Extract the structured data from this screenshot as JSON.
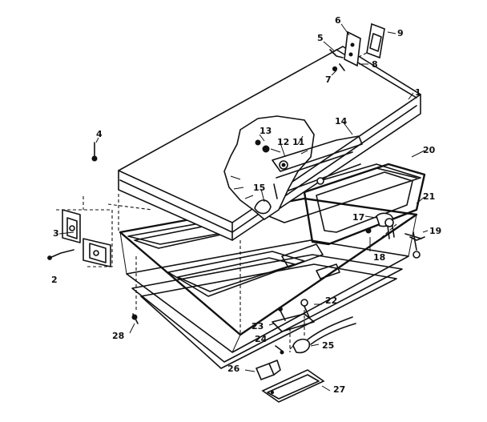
{
  "callouts": [
    {
      "id": "1",
      "text": "1"
    },
    {
      "id": "2",
      "text": "2"
    },
    {
      "id": "3",
      "text": "3"
    },
    {
      "id": "4",
      "text": "4"
    },
    {
      "id": "5",
      "text": "5"
    },
    {
      "id": "6",
      "text": "6"
    },
    {
      "id": "7",
      "text": "7"
    },
    {
      "id": "8",
      "text": "8"
    },
    {
      "id": "9",
      "text": "9"
    },
    {
      "id": "11",
      "text": "11"
    },
    {
      "id": "12",
      "text": "12"
    },
    {
      "id": "13",
      "text": "13"
    },
    {
      "id": "14",
      "text": "14"
    },
    {
      "id": "15",
      "text": "15"
    },
    {
      "id": "17",
      "text": "17"
    },
    {
      "id": "18",
      "text": "18"
    },
    {
      "id": "19",
      "text": "19"
    },
    {
      "id": "20",
      "text": "20"
    },
    {
      "id": "21",
      "text": "21"
    },
    {
      "id": "22",
      "text": "22"
    },
    {
      "id": "23",
      "text": "23"
    },
    {
      "id": "24",
      "text": "24"
    },
    {
      "id": "25",
      "text": "25"
    },
    {
      "id": "26",
      "text": "26"
    },
    {
      "id": "27",
      "text": "27"
    },
    {
      "id": "28",
      "text": "28"
    }
  ]
}
